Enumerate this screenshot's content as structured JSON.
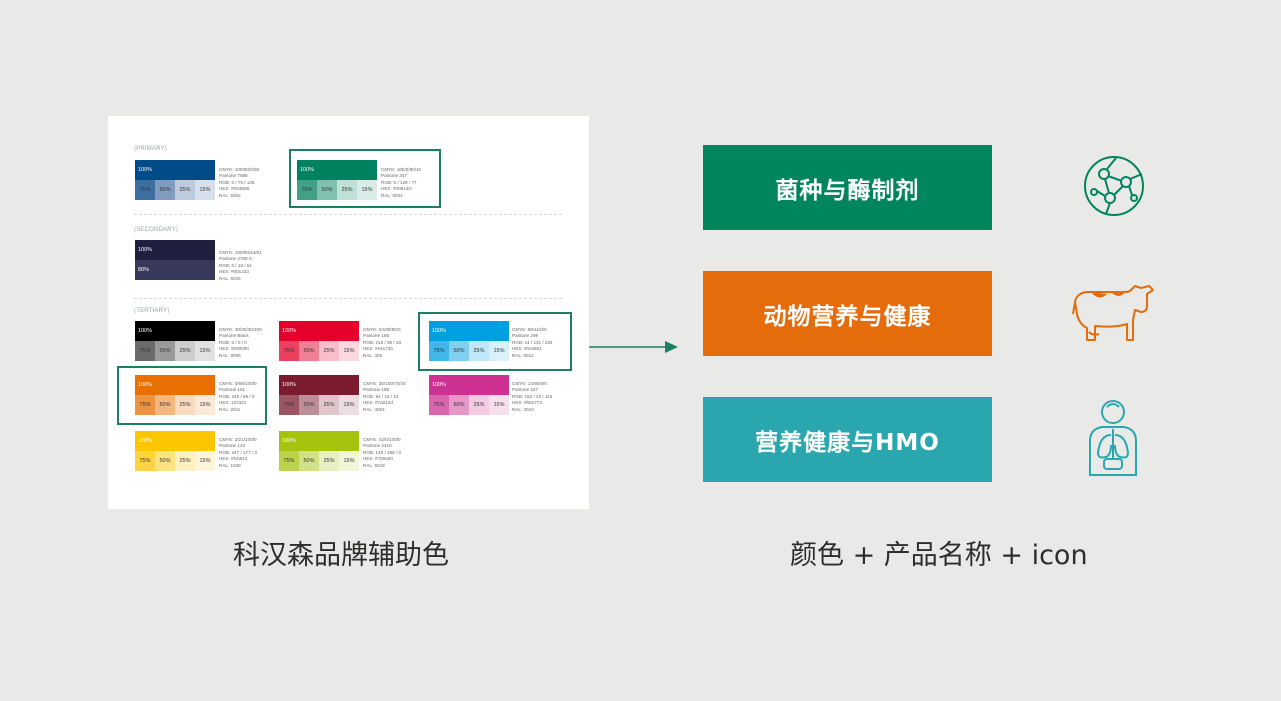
{
  "palette_card": {
    "primary_label": "(PRIMARY)",
    "secondary_label": "(SECONDARY)",
    "tertiary_label": "(TERTIARY)",
    "swatches": [
      {
        "id": "navy",
        "main_label": "100%",
        "main_color": "#004B88",
        "tint_labels": [
          "75%",
          "50%",
          "25%",
          "15%"
        ],
        "tint_colors": [
          "#3f6fa0",
          "#7f9bbf",
          "#bccbdd",
          "#d6e0ec"
        ],
        "specs": [
          "CMYK: 100/60/0/30",
          "Pantone 7688",
          "RGB: 0 / 75 / 136",
          "HEX: #004B88",
          "RAL: 5002"
        ]
      },
      {
        "id": "green",
        "main_label": "100%",
        "main_color": "#00815F",
        "tint_labels": [
          "75%",
          "50%",
          "25%",
          "15%"
        ],
        "tint_colors": [
          "#40a187",
          "#80c0af",
          "#bfe0d7",
          "#d9ece7"
        ],
        "specs": [
          "CMYK: 100/0/80/10",
          "Pantone 347",
          "RGB: 0 / 129 / 77",
          "HEX: #00814D",
          "RAL: 6024"
        ]
      },
      {
        "id": "darknavy",
        "main_label": "100%",
        "main_color": "#1F2040",
        "tint_labels": [
          "80%"
        ],
        "tint_colors": [
          "#38395a"
        ],
        "specs": [
          "CMYK: 100/90/44/51",
          "Pantone 2768 C",
          "RGB: 0 / 18 / 51",
          "HEX: #001233",
          "RAL: 5026"
        ]
      },
      {
        "id": "black",
        "main_label": "100%",
        "main_color": "#000000",
        "tint_labels": [
          "75%",
          "50%",
          "25%",
          "15%"
        ],
        "tint_colors": [
          "#6b6b6b",
          "#9a9a9a",
          "#cdcdcd",
          "#e1e1e1"
        ],
        "specs": [
          "CMYK: 30/30/30/100",
          "Pantone Black",
          "RGB: 0 / 0 / 0",
          "HEX: #000000",
          "RAL: 9005"
        ]
      },
      {
        "id": "red",
        "main_label": "100%",
        "main_color": "#E4002B",
        "tint_labels": [
          "75%",
          "50%",
          "25%",
          "15%"
        ],
        "tint_colors": [
          "#eb4060",
          "#f18095",
          "#f8bfca",
          "#fbd9df"
        ],
        "specs": [
          "CMYK: 0/100/80/0",
          "Pantone 185",
          "RGB: 218 / 35 / 33",
          "HEX: #e4173b",
          "RAL: 305"
        ]
      },
      {
        "id": "blue",
        "main_label": "100%",
        "main_color": "#009FDF",
        "tint_labels": [
          "75%",
          "50%",
          "25%",
          "15%"
        ],
        "tint_colors": [
          "#40b7e7",
          "#80cfef",
          "#bfe7f7",
          "#d9f1fa"
        ],
        "specs": [
          "CMYK: 89/11/0/0",
          "Pantone 299",
          "RGB: 14 / 131 / 234",
          "HEX: #0c6661",
          "RAL: 5012"
        ]
      },
      {
        "id": "orange",
        "main_label": "100%",
        "main_color": "#E86F00",
        "tint_labels": [
          "75%",
          "50%",
          "25%",
          "15%"
        ],
        "tint_colors": [
          "#ee9340",
          "#f3b780",
          "#f9dbbf",
          "#fbe9d9"
        ],
        "specs": [
          "CMYK: 0/68/100/0",
          "Pantone 151",
          "RGB: 245 / 89 / 0",
          "HEX: 137321",
          "RAL: 2011"
        ]
      },
      {
        "id": "maroon",
        "main_label": "100%",
        "main_color": "#7B1C2E",
        "tint_labels": [
          "75%",
          "50%",
          "25%",
          "15%"
        ],
        "tint_colors": [
          "#9c5562",
          "#bd8e96",
          "#dec6cb",
          "#ebdde0"
        ],
        "specs": [
          "CMYK: 30/100/70/40",
          "Pantone 188",
          "RGB: 94 / 15 / 24",
          "HEX: #7a012d",
          "RAL: 4004"
        ]
      },
      {
        "id": "magenta",
        "main_label": "100%",
        "main_color": "#CE3192",
        "tint_labels": [
          "75%",
          "50%",
          "25%",
          "15%"
        ],
        "tint_colors": [
          "#da65ad",
          "#e698c8",
          "#f3cce4",
          "#f7e0ee"
        ],
        "specs": [
          "CMYK: 14/90/0/0",
          "Pantone 227",
          "RGB: 182 / 23 / 115",
          "HEX: #b61773",
          "RAL: 4010"
        ]
      },
      {
        "id": "yellow",
        "main_label": "100%",
        "main_color": "#FCC600",
        "tint_labels": [
          "75%",
          "50%",
          "25%",
          "15%"
        ],
        "tint_colors": [
          "#fdd440",
          "#fde380",
          "#fef1bf",
          "#fff6d9"
        ],
        "specs": [
          "CMYK: 2/21/100/0",
          "Pantone 123",
          "RGB: 247 / 177 / 0",
          "HEX: #fcb813",
          "RAL: 1028"
        ]
      },
      {
        "id": "lime",
        "main_label": "100%",
        "main_color": "#A4C40D",
        "tint_labels": [
          "75%",
          "50%",
          "25%",
          "15%"
        ],
        "tint_colors": [
          "#bbd34a",
          "#d1e286",
          "#e8f0c2",
          "#f1f6da"
        ],
        "specs": [
          "CMYK: 42/0/100/0",
          "Pantone 2310",
          "RGB: 146 / 196 / 0",
          "HEX: #769a00",
          "RAL: 6018"
        ]
      }
    ]
  },
  "left_caption": "科汉森品牌辅助色",
  "right_caption": "颜色 + 产品名称 + icon",
  "products": [
    {
      "label": "菌种与酶制剂",
      "color": "#00855F",
      "icon": "molecule-network-icon"
    },
    {
      "label": "动物营养与健康",
      "color": "#E46C0A",
      "icon": "cow-icon"
    },
    {
      "label": "营养健康与HMO",
      "color": "#2AA7AE",
      "icon": "human-body-icon"
    }
  ],
  "highlight_color": "#1d7e66"
}
